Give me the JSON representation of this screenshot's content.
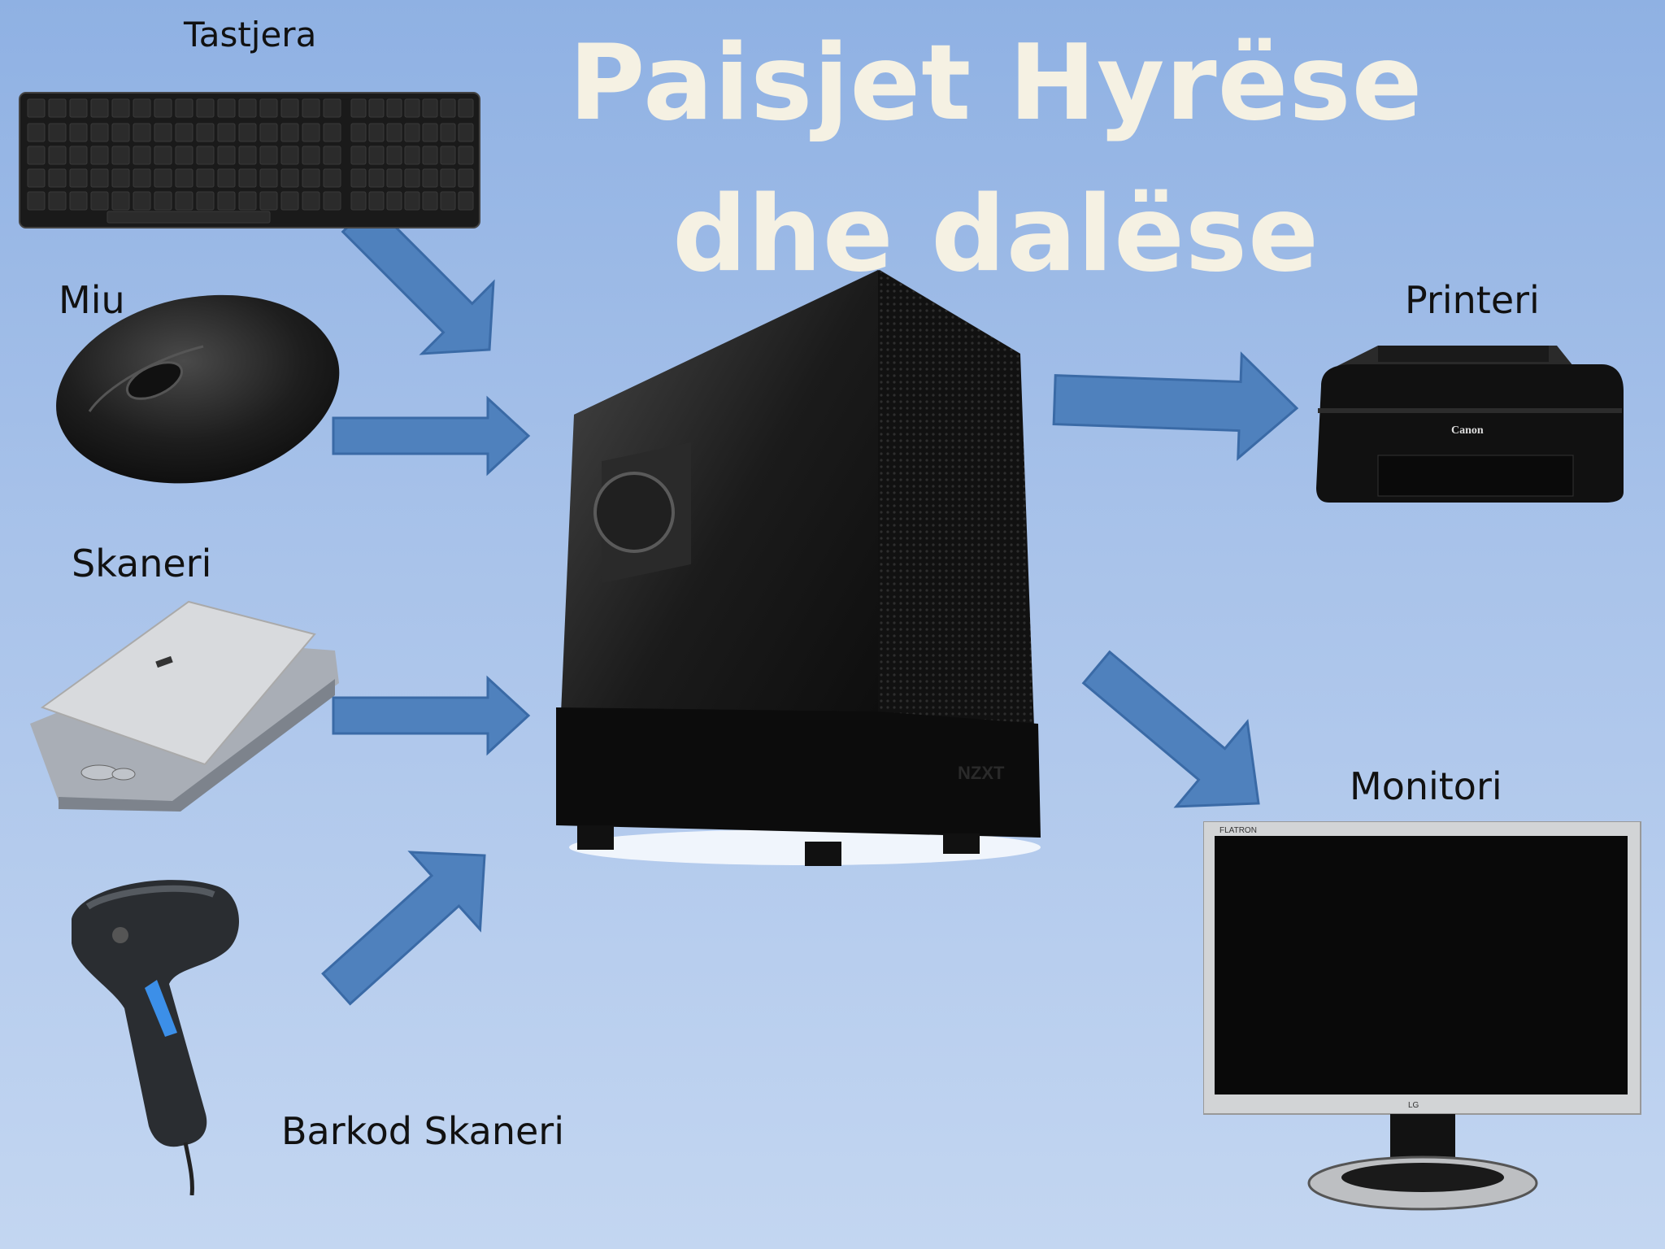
{
  "title": "Paisjet Hyrëse dhe dalëse",
  "labels": {
    "keyboard": "Tastjera",
    "mouse": "Miu",
    "scanner": "Skaneri",
    "barcode": "Barkod Skaneri",
    "printer": "Printeri",
    "monitor": "Monitori"
  },
  "colors": {
    "background": "#a9c3ea",
    "title": "#f5f1e3",
    "arrow": "#4f81bd"
  },
  "brands": {
    "case": "NZXT",
    "printer": "Canon",
    "monitor_top": "FLATRON",
    "monitor_bottom": "LG"
  }
}
